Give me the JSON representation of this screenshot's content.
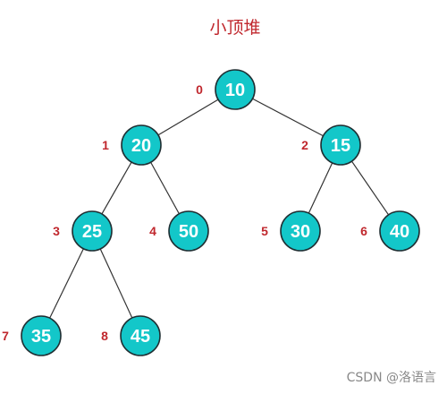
{
  "title": "小顶堆",
  "heap": {
    "nodes": [
      {
        "index": "0",
        "value": "10"
      },
      {
        "index": "1",
        "value": "20"
      },
      {
        "index": "2",
        "value": "15"
      },
      {
        "index": "3",
        "value": "25"
      },
      {
        "index": "4",
        "value": "50"
      },
      {
        "index": "5",
        "value": "30"
      },
      {
        "index": "6",
        "value": "40"
      },
      {
        "index": "7",
        "value": "35"
      },
      {
        "index": "8",
        "value": "45"
      }
    ],
    "edges": [
      {
        "from": 0,
        "to": 1
      },
      {
        "from": 0,
        "to": 2
      },
      {
        "from": 1,
        "to": 3
      },
      {
        "from": 1,
        "to": 4
      },
      {
        "from": 2,
        "to": 5
      },
      {
        "from": 2,
        "to": 6
      },
      {
        "from": 3,
        "to": 7
      },
      {
        "from": 3,
        "to": 8
      }
    ]
  },
  "colors": {
    "node_fill": "#13c7c9",
    "node_stroke": "#1f2f33",
    "title": "#c0272d",
    "index_label": "#c0272d"
  },
  "watermark": "CSDN @洛语言"
}
